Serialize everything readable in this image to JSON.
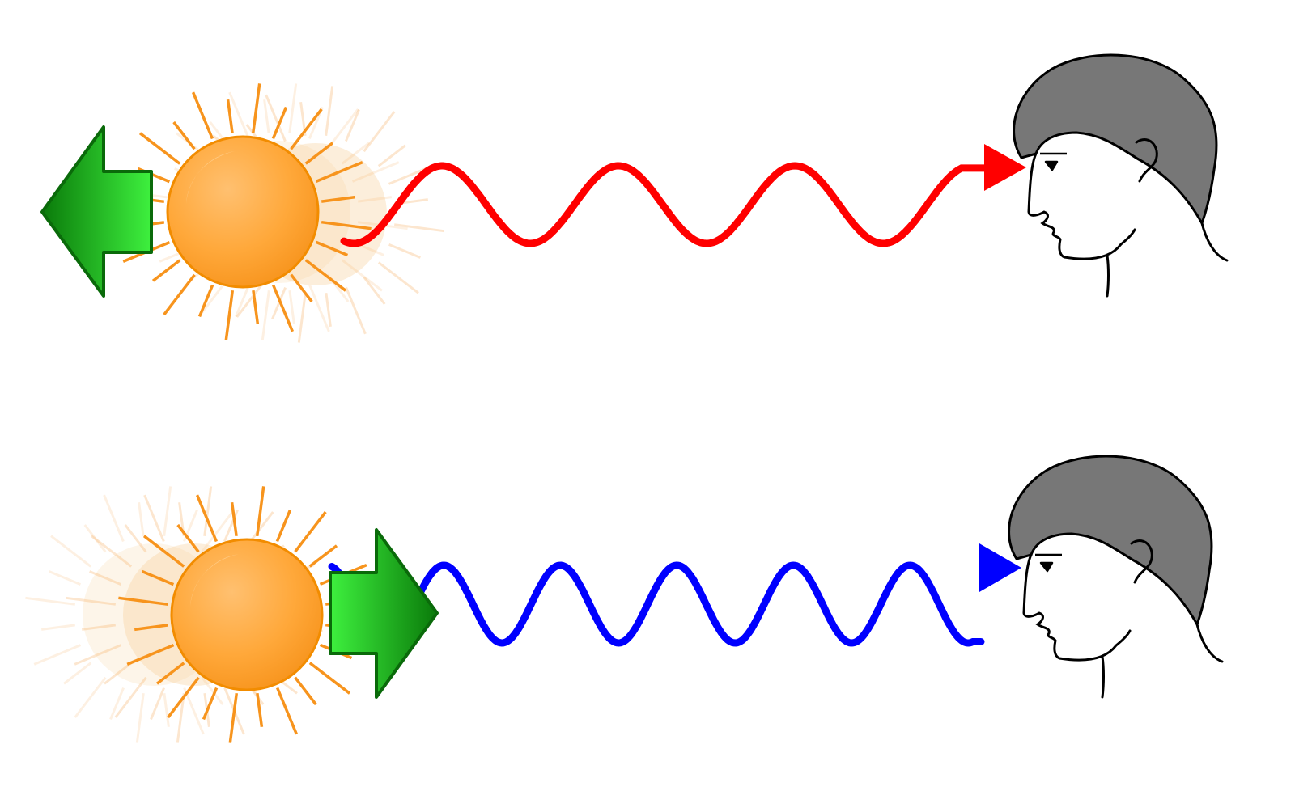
{
  "diagram": {
    "scenes": [
      {
        "id": "redshift",
        "source_motion": "away-from-observer",
        "wave_cycles": 3,
        "colors": {
          "wave": "#ff0000",
          "arrow_dark": "#0a7a0a",
          "arrow_light": "#3ef03e"
        }
      },
      {
        "id": "blueshift",
        "source_motion": "toward-observer",
        "wave_cycles": 5,
        "colors": {
          "wave": "#0000ff",
          "arrow_dark": "#0a7a0a",
          "arrow_light": "#3ef03e"
        }
      }
    ],
    "colors": {
      "sun_fill": "#ffa83a",
      "sun_stroke": "#f28c00",
      "sun_ray": "#f7941d",
      "hair": "#777777",
      "outline": "#000000",
      "background": "#ffffff"
    },
    "icons": [
      "sun-icon",
      "move-arrow-icon",
      "head-icon",
      "eye-icon",
      "ear-icon"
    ]
  }
}
